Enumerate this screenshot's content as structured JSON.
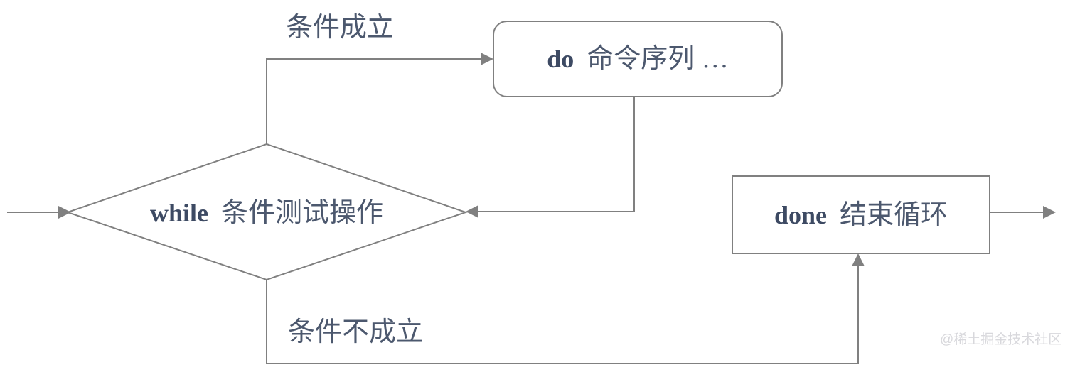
{
  "diagram": {
    "title": "while loop flowchart",
    "colors": {
      "stroke": "#808080",
      "keyword_text": "#3d4a63",
      "cjk_text": "#4c586e",
      "background": "#ffffff",
      "watermark": "#d8d8dc"
    },
    "nodes": [
      {
        "id": "condition",
        "shape": "diamond",
        "keyword": "while",
        "label": "条件测试操作"
      },
      {
        "id": "body",
        "shape": "rounded-rect",
        "keyword": "do",
        "label": "命令序列 …"
      },
      {
        "id": "end",
        "shape": "rect",
        "keyword": "done",
        "label": "结束循环"
      }
    ],
    "edges": [
      {
        "id": "entry",
        "label": ""
      },
      {
        "id": "true-branch",
        "label": "条件成立"
      },
      {
        "id": "loop-back",
        "label": ""
      },
      {
        "id": "false-branch",
        "label": "条件不成立"
      },
      {
        "id": "exit",
        "label": ""
      }
    ]
  },
  "watermark": {
    "text": "@稀土掘金技术社区"
  }
}
